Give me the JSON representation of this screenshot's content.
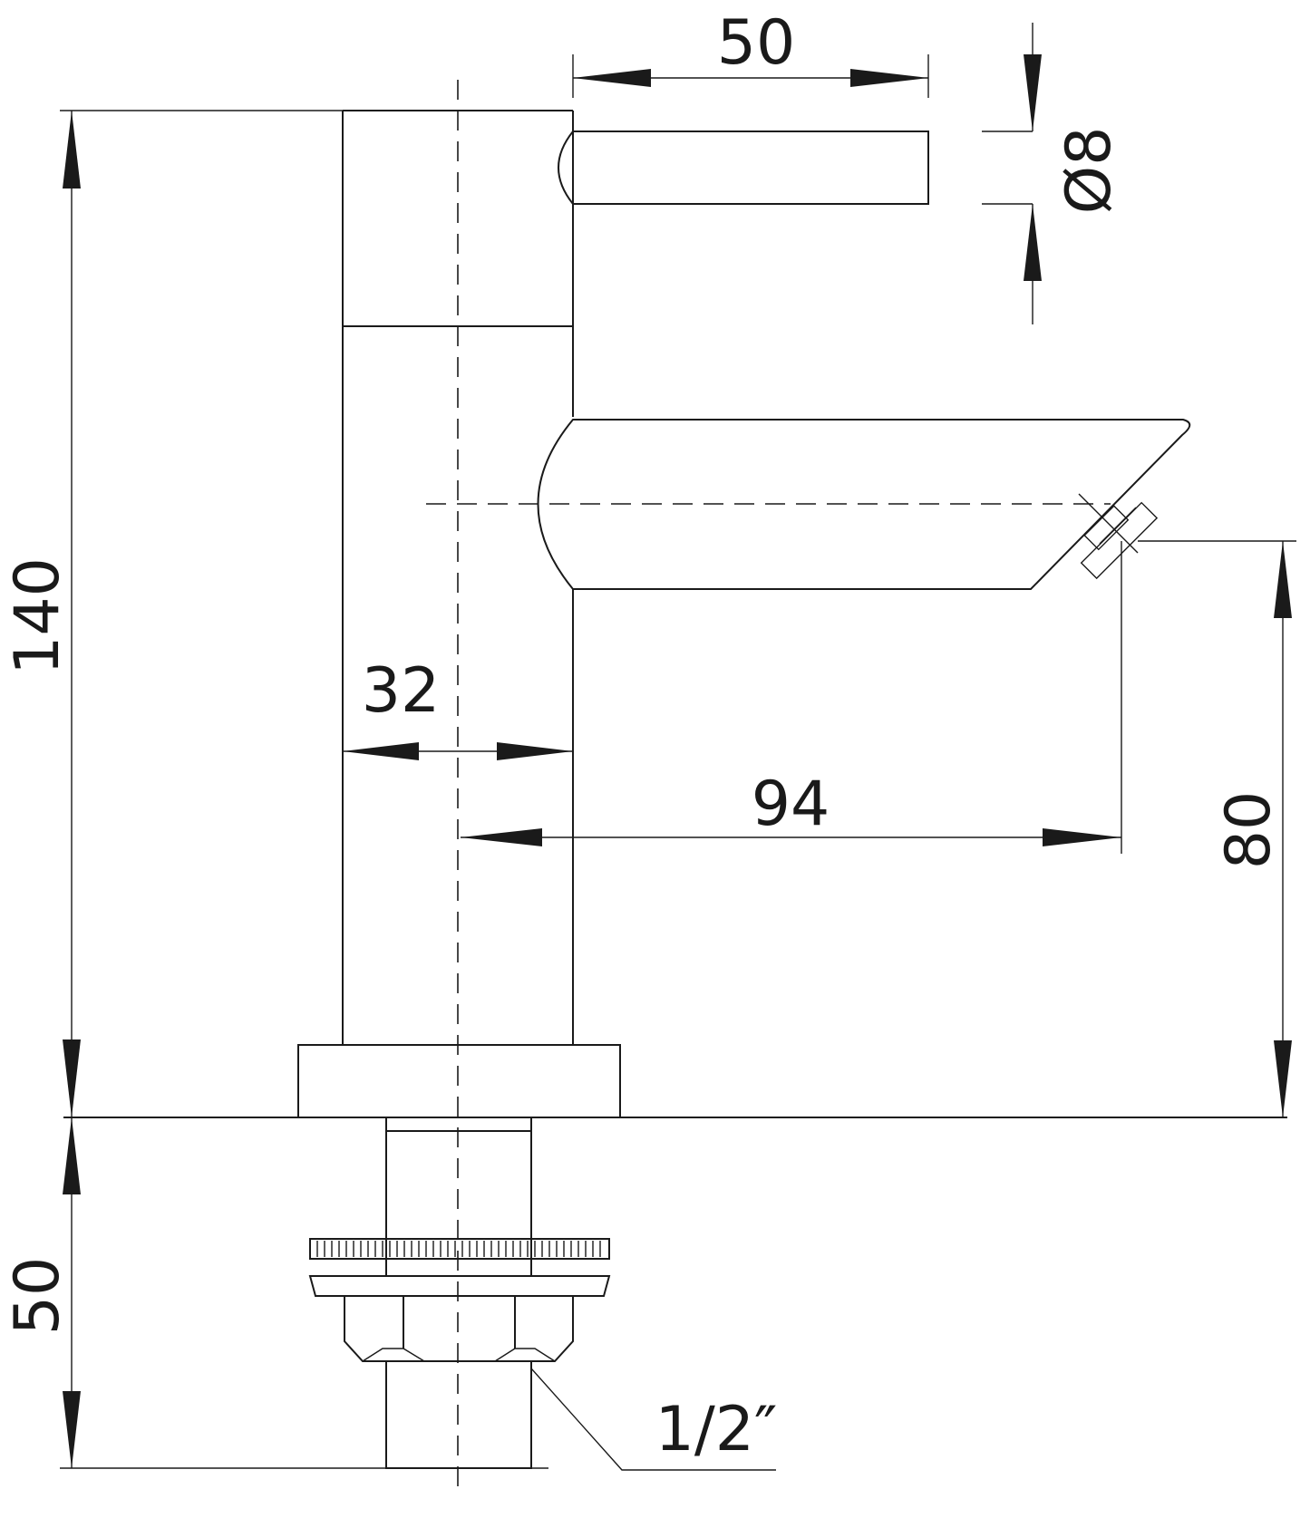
{
  "dimensions": {
    "lever_length": "50",
    "lever_diameter": "Ø8",
    "total_height": "140",
    "body_diameter": "32",
    "spout_reach": "94",
    "spout_height": "80",
    "shank_length": "50",
    "thread_size": "1/2″"
  }
}
